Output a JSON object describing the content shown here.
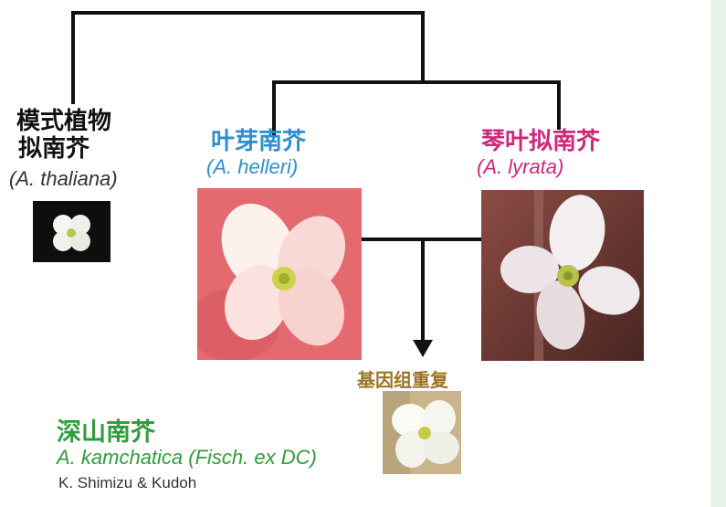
{
  "colors": {
    "black": "#111111",
    "blue": "#2e8fd0",
    "magenta": "#d0267a",
    "gold": "#9a7423",
    "green": "#2f9d3a",
    "grey_sci": "#444444"
  },
  "species": {
    "thaliana": {
      "cn_line1": "模式植物",
      "cn_line2": "拟南芥",
      "sci": "(A. thaliana)"
    },
    "halleri": {
      "cn": "叶芽南芥",
      "sci": "(A. helleri)"
    },
    "lyrata": {
      "cn": "琴叶拟南芥",
      "sci": "(A. lyrata)"
    },
    "kamchatica": {
      "cn": "深山南芥",
      "sci": "A. kamchatica (Fisch. ex DC)"
    }
  },
  "event_label": "基因组重复",
  "credit": "K. Shimizu & Kudoh",
  "photos": {
    "thaliana": "small-white-flower-icon",
    "halleri": "pink-flower-icon",
    "lyrata": "white-flower-icon",
    "kamchatica": "white-flower-icon"
  }
}
